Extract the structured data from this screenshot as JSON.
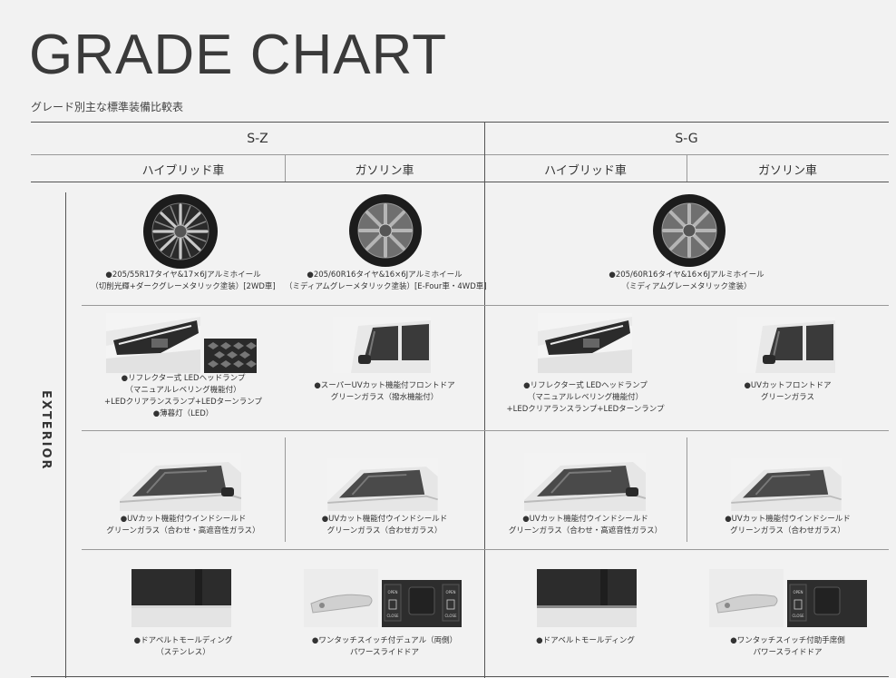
{
  "page": {
    "title": "GRADE CHART",
    "subtitle": "グレード別主な標準装備比較表",
    "section": "EXTERIOR"
  },
  "grades": [
    {
      "name": "S-Z",
      "columns": [
        "ハイブリッド車",
        "ガソリン車"
      ]
    },
    {
      "name": "S-G",
      "columns": [
        "ハイブリッド車",
        "ガソリン車"
      ]
    }
  ],
  "rows": {
    "wheels": {
      "sz_hybrid": [
        "●205/55R17タイヤ&17×6Jアルミホイール",
        "（切削光輝+ダークグレーメタリック塗装）[2WD車]"
      ],
      "sz_gas": [
        "●205/60R16タイヤ&16×6Jアルミホイール",
        "（ミディアムグレーメタリック塗装）[E-Four車・4WD車]"
      ],
      "sg": [
        "●205/60R16タイヤ&16×6Jアルミホイール",
        "（ミディアムグレーメタリック塗装）"
      ]
    },
    "lights": {
      "sz_hybrid": [
        "●リフレクター式 LEDヘッドランプ",
        "（マニュアルレベリング機能付）",
        "+LEDクリアランスランプ+LEDターンランプ",
        "●薄暮灯（LED）"
      ],
      "sz_gas": [
        "●スーパーUVカット機能付フロントドア",
        "グリーンガラス（撥水機能付）"
      ],
      "sg_hybrid": [
        "●リフレクター式 LEDヘッドランプ",
        "（マニュアルレベリング機能付）",
        "+LEDクリアランスランプ+LEDターンランプ"
      ],
      "sg_gas": [
        "●UVカットフロントドア",
        "グリーンガラス"
      ]
    },
    "windshield": {
      "sz_hybrid": [
        "●UVカット機能付ウインドシールド",
        "グリーンガラス（合わせ・高遮音性ガラス）"
      ],
      "sz_gas": [
        "●UVカット機能付ウインドシールド",
        "グリーンガラス（合わせガラス）"
      ],
      "sg_hybrid": [
        "●UVカット機能付ウインドシールド",
        "グリーンガラス（合わせ・高遮音性ガラス）"
      ],
      "sg_gas": [
        "●UVカット機能付ウインドシールド",
        "グリーンガラス（合わせガラス）"
      ]
    },
    "doors": {
      "sz_hybrid": [
        "●ドアベルトモールディング",
        "（ステンレス）"
      ],
      "sz_gas": [
        "●ワンタッチスイッチ付デュアル（両側）",
        "パワースライドドア"
      ],
      "sg_hybrid": [
        "●ドアベルトモールディング"
      ],
      "sg_gas": [
        "●ワンタッチスイッチ付助手席側",
        "パワースライドドア"
      ]
    }
  },
  "switch_labels": {
    "open": "OPEN",
    "close": "CLOSE"
  }
}
